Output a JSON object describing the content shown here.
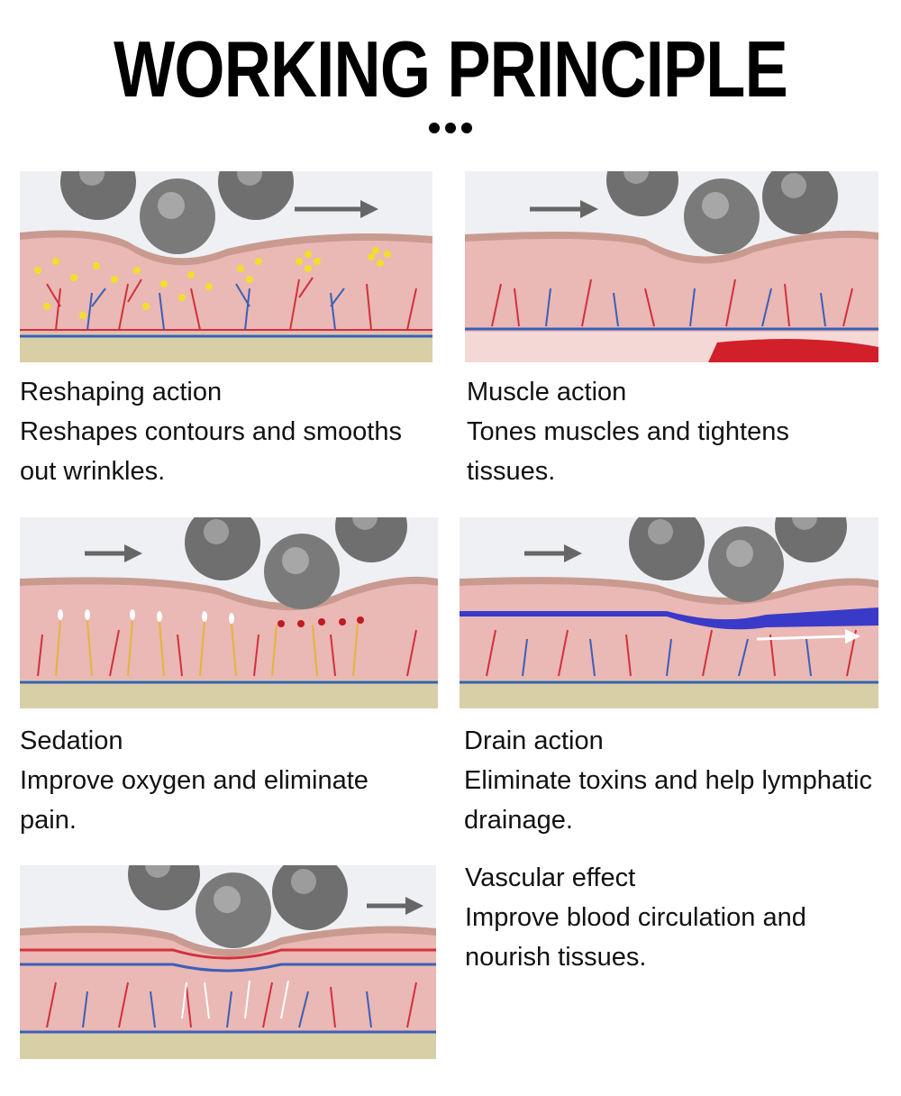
{
  "title": "WORKING PRINCIPLE",
  "sections": [
    {
      "heading": "Reshaping action",
      "description": "Reshapes contours and smooths out wrinkles."
    },
    {
      "heading": "Muscle action",
      "description": "Tones muscles and tightens tissues."
    },
    {
      "heading": "Sedation",
      "description": "Improve oxygen and eliminate pain."
    },
    {
      "heading": "Drain action",
      "description": "Eliminate toxins and help lymphatic drainage."
    },
    {
      "heading": "Vascular effect",
      "description": "Improve blood circulation and nourish tissues."
    }
  ],
  "colors": {
    "skin": "#e9b7b4",
    "skin_top": "#c99a8f",
    "vein_blue": "#3b5fb8",
    "vein_red": "#d2313b",
    "fat": "#f2df2a",
    "base": "#cfc69a",
    "ball": "#6e6e6e"
  }
}
